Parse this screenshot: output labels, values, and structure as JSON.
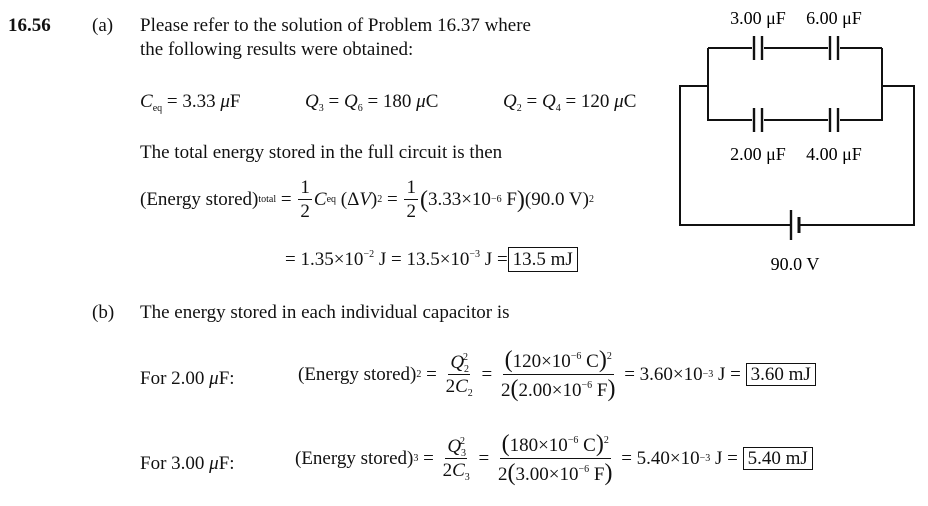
{
  "problem_number": "16.56",
  "part_a": {
    "label": "(a)",
    "intro_line1": "Please refer to the solution of Problem 16.37 where",
    "intro_line2": "the following results were obtained:",
    "ceq_value": "= 3.33",
    "q36_value": "= 180",
    "q24_value": "= 120",
    "total_text": "The total energy stored in the full circuit is then",
    "energy_label": "(Energy stored)",
    "total_sub": "total",
    "ceq_num": "3.33×10",
    "exp_minus6": "−6",
    "voltage": "(90.0 V)",
    "result_expr": "= 1.35×10",
    "exp_minus2": "−2",
    "result_mid": "J = 13.5×10",
    "exp_minus3": "−3",
    "result_j": "J =",
    "result_box": "13.5 mJ"
  },
  "part_b": {
    "label": "(b)",
    "intro": "The energy stored in each individual capacitor is",
    "row2": {
      "for_label": "For 2.00",
      "energy_label": "(Energy stored)",
      "sub": "2",
      "charge": "120×10",
      "cap": "2.00×10",
      "result": "= 3.60×10",
      "result_box": "3.60 mJ"
    },
    "row3": {
      "for_label": "For 3.00",
      "energy_label": "(Energy stored)",
      "sub": "3",
      "charge": "180×10",
      "cap": "3.00×10",
      "result": "= 5.40×10",
      "result_box": "5.40 mJ"
    }
  },
  "circuit": {
    "top_left_cap": "3.00 μF",
    "top_right_cap": "6.00 μF",
    "bottom_left_cap": "2.00 μF",
    "bottom_right_cap": "4.00 μF",
    "battery": "90.0 V"
  }
}
